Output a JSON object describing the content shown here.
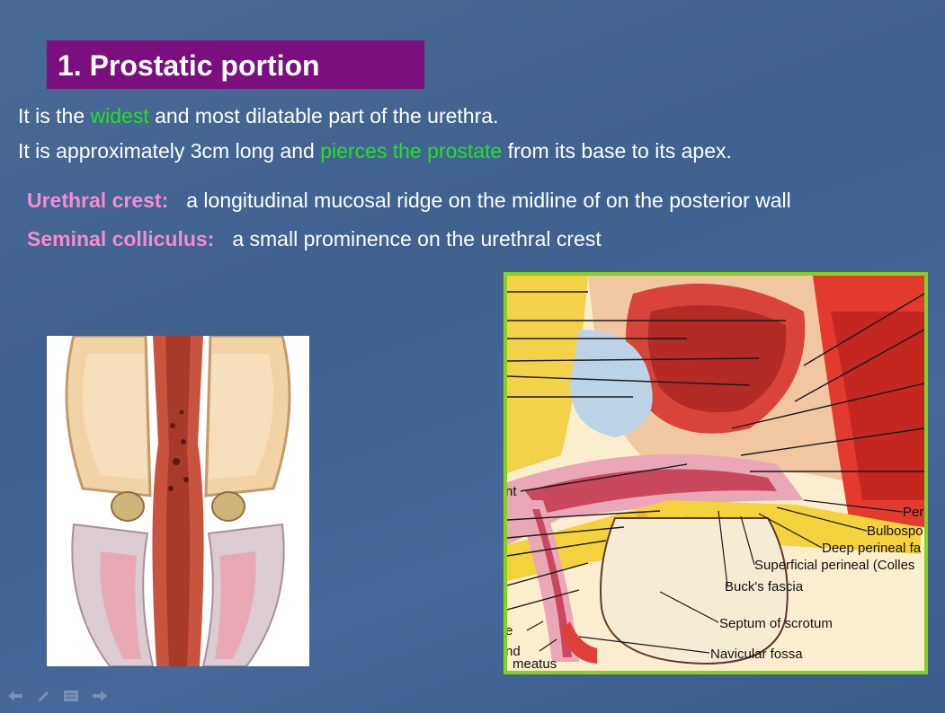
{
  "slide": {
    "title": "1. Prostatic portion",
    "line1": {
      "before": "It is the ",
      "highlight": "widest",
      "after": " and most dilatable part of the urethra."
    },
    "line2": {
      "before": "It is approximately 3cm long and ",
      "highlight": "pierces the prostate",
      "after": " from its base to its apex."
    },
    "terms": [
      {
        "term": "Urethral crest:",
        "definition": "a longitudinal mucosal ridge on the midline of on the posterior wall"
      },
      {
        "term": "Seminal colliculus:",
        "definition": "a small prominence on the urethral crest"
      }
    ]
  },
  "figure_labels": {
    "per": "Per",
    "bulbospo": "Bulbospo",
    "deep_perineal": "Deep perineal fa",
    "superficial_perineal": "Superficial perineal (Colles",
    "bucks_fascia": "Buck's fascia",
    "septum_scrotum": "Septum of scrotum",
    "navicular_fossa": "Navicular fossa",
    "nt": "nt",
    "e": "e",
    "nd": "nd",
    "meatus": "meatus"
  },
  "colors": {
    "title_bg": "#7b0f7e",
    "highlight_green": "#22e022",
    "term_pink": "#f48bd0",
    "frame_green": "#86d11a"
  },
  "icons": [
    "prev-arrow-icon",
    "pen-icon",
    "menu-icon",
    "next-arrow-icon"
  ]
}
